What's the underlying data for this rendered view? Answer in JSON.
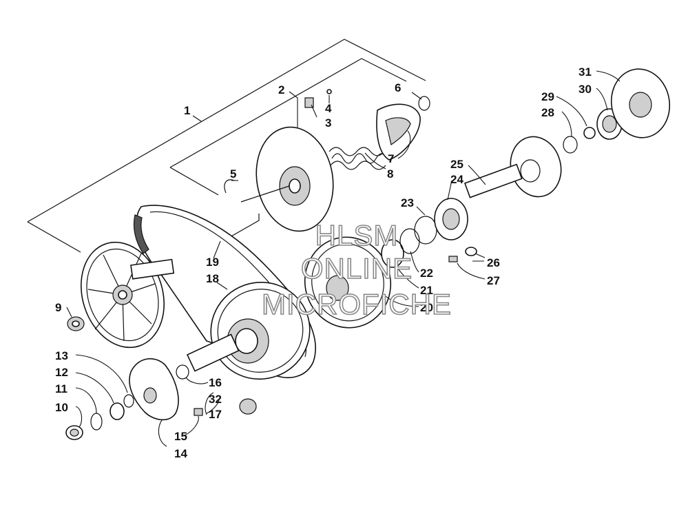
{
  "callouts": [
    {
      "id": "1",
      "label": "1"
    },
    {
      "id": "2",
      "label": "2"
    },
    {
      "id": "3",
      "label": "3"
    },
    {
      "id": "4",
      "label": "4"
    },
    {
      "id": "5",
      "label": "5"
    },
    {
      "id": "6",
      "label": "6"
    },
    {
      "id": "7",
      "label": "7"
    },
    {
      "id": "8",
      "label": "8"
    },
    {
      "id": "9",
      "label": "9"
    },
    {
      "id": "10",
      "label": "10"
    },
    {
      "id": "11",
      "label": "11"
    },
    {
      "id": "12",
      "label": "12"
    },
    {
      "id": "13",
      "label": "13"
    },
    {
      "id": "14",
      "label": "14"
    },
    {
      "id": "15",
      "label": "15"
    },
    {
      "id": "16",
      "label": "16"
    },
    {
      "id": "17",
      "label": "17"
    },
    {
      "id": "18",
      "label": "18"
    },
    {
      "id": "19",
      "label": "19"
    },
    {
      "id": "20",
      "label": "20"
    },
    {
      "id": "21",
      "label": "21"
    },
    {
      "id": "22",
      "label": "22"
    },
    {
      "id": "23",
      "label": "23"
    },
    {
      "id": "24",
      "label": "24"
    },
    {
      "id": "25",
      "label": "25"
    },
    {
      "id": "26",
      "label": "26"
    },
    {
      "id": "27",
      "label": "27"
    },
    {
      "id": "28",
      "label": "28"
    },
    {
      "id": "29",
      "label": "29"
    },
    {
      "id": "30",
      "label": "30"
    },
    {
      "id": "31",
      "label": "31"
    },
    {
      "id": "32",
      "label": "32"
    }
  ],
  "watermark": {
    "line1": "HLSM",
    "line2": "ONLINE",
    "line3": "MICROFICHE"
  }
}
